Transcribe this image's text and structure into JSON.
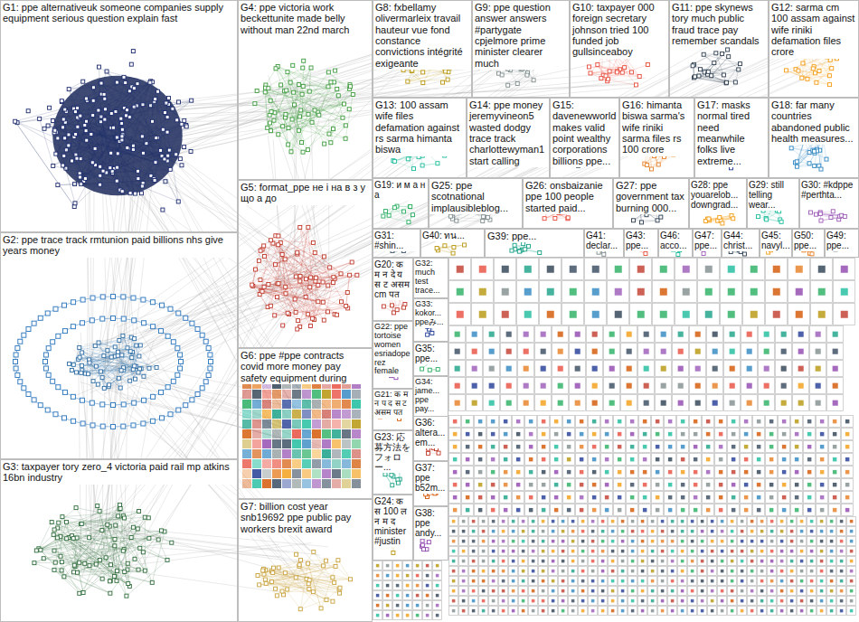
{
  "diagram": {
    "nodes": [
      {
        "text": [
          "G1: ppe alternativeuk someone companies supply equipment serious question explain fast"
        ]
      },
      {
        "text": [
          "G2: ppe trace track rmtunion paid billions nhs give years money"
        ]
      },
      {
        "text": [
          "G3: taxpayer tory zero_4 victoria paid rail mp atkins 16bn industry"
        ]
      },
      {
        "text": [
          "G4: ppe victoria work beckettunite made belly without man 22nd march"
        ]
      },
      {
        "text": [
          "G5: format_ppe не і на в з у що а до"
        ]
      },
      {
        "text": [
          "G6: ppe #ppe contracts covid more money pay safety equipment during"
        ]
      },
      {
        "text": [
          "G7: billion cost year snb19692 ppe public pay workers brexit award"
        ]
      },
      {
        "text": [
          "G8: fxbellamy olivermarleix travail hauteur vue fond constance convictions intégrité exigeante"
        ]
      },
      {
        "text": [
          "G9: ppe question answer answers #partygate cpjelmore prime minister clearer much"
        ]
      },
      {
        "text": [
          "G10: taxpayer 000 foreign secretary johnson tried 100 funded job gullsinceaboy"
        ]
      },
      {
        "text": [
          "G11: ppe skynews tory much public fraud trace pay remember scandals"
        ]
      },
      {
        "text": [
          "G12: sarma cm 100 assam against wife riniki defamation files crore"
        ]
      },
      {
        "text": [
          "G13: 100 assam wife files defamation against rs sarma himanta biswa"
        ]
      },
      {
        "text": [
          "G14: ppe money jeremyvineon5 wasted dodgy trace track charlottewyman1 start calling"
        ]
      },
      {
        "text": [
          "G15: davenewworld makes valid point wealthy corporations billions ppe..."
        ]
      },
      {
        "text": [
          "G16: himanta biswa sarma's wife riniki sarma files rs 100 crore"
        ]
      },
      {
        "text": [
          "G17: masks normal tired need meanwhile folks live extreme..."
        ]
      },
      {
        "text": [
          "G18: far many countries abandoned public health measures..."
        ]
      },
      {
        "text": [
          "G19: и м а н а"
        ]
      },
      {
        "text": [
          "G20: क म न दे य स ट असम cm पत"
        ]
      },
      {
        "text": [
          "G21: क म न प द स ट असम पत"
        ]
      },
      {
        "text": [
          "G22: ppe tortoise women esriadoperez female"
        ]
      },
      {
        "text": [
          "G23: 応募方法をフォロー..."
        ]
      },
      {
        "text": [
          "G24: क स 100 ल न म द minister #justin"
        ]
      },
      {
        "text": [
          "G25: ppe scotnational implausibleblog..."
        ]
      },
      {
        "text": [
          "G26: onsbaizanie ppe 100 people started paid..."
        ]
      },
      {
        "text": [
          "G27: ppe government tax burning 000..."
        ]
      },
      {
        "text": [
          "G28: ppe youarelob... downgrad..."
        ]
      },
      {
        "text": [
          "G29: still telling wear..."
        ]
      },
      {
        "text": [
          "G30: #kdppe #perthta..."
        ]
      },
      {
        "text": [
          "G31: #shin..."
        ]
      },
      {
        "text": [
          "G32: much test trace..."
        ]
      },
      {
        "text": [
          "G33: kokor... ppeみ..."
        ]
      },
      {
        "text": [
          "G34: jame... ppe pay..."
        ]
      },
      {
        "text": [
          "G35: ppe..."
        ]
      },
      {
        "text": [
          "G36: altera... em..."
        ]
      },
      {
        "text": [
          "G37: ppe b52m..."
        ]
      },
      {
        "text": [
          "G38: ppe andy..."
        ]
      },
      {
        "text": [
          "G39: ppe..."
        ]
      },
      {
        "text": [
          "G40: ทน..."
        ]
      },
      {
        "text": [
          "G41: declar..."
        ]
      },
      {
        "text": [
          "G43: ppe..."
        ]
      },
      {
        "text": [
          "G44: christ..."
        ]
      },
      {
        "text": [
          "G45: navyl..."
        ]
      },
      {
        "text": [
          "G46: acco..."
        ]
      },
      {
        "text": [
          "G47: ppe..."
        ]
      },
      {
        "text": [
          "G49: ppe..."
        ]
      },
      {
        "text": [
          "G50: ppe..."
        ]
      }
    ]
  }
}
